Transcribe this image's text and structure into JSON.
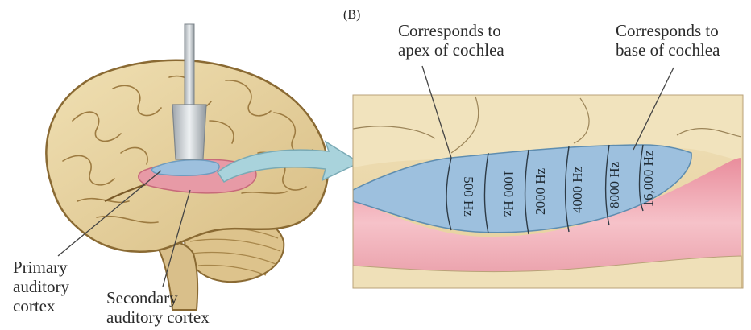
{
  "panel_label": "(B)",
  "labels": {
    "apex": [
      "Corresponds to",
      "apex of cochlea"
    ],
    "base": [
      "Corresponds to",
      "base of cochlea"
    ],
    "primary": [
      "Primary",
      "auditory",
      "cortex"
    ],
    "secondary": [
      "Secondary",
      "auditory cortex"
    ]
  },
  "frequencies": [
    "500 Hz",
    "1000 Hz",
    "2000 Hz",
    "4000 Hz",
    "8000 Hz",
    "16,000 Hz"
  ],
  "colors": {
    "brain": "#e3cf9a",
    "brain_outline": "#8a6a33",
    "primary_region": "#9dc0de",
    "secondary_region": "#e79aa6",
    "arrow": "#a9d3dc",
    "probe": "#c9ced2"
  }
}
